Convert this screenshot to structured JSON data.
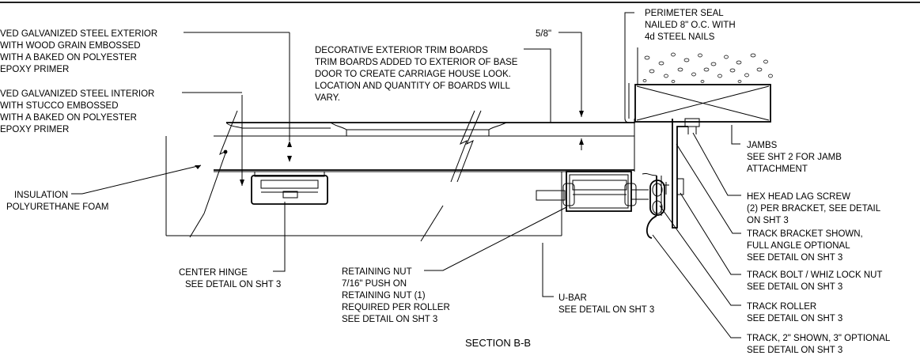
{
  "section_title": "SECTION B-B",
  "callouts": {
    "exterior_skin": [
      "VED GALVANIZED STEEL EXTERIOR",
      "WITH WOOD GRAIN EMBOSSED",
      "WITH A BAKED ON POLYESTER",
      "EPOXY PRIMER"
    ],
    "interior_skin": [
      "VED GALVANIZED STEEL INTERIOR",
      "WITH STUCCO EMBOSSED",
      "WITH A BAKED ON POLYESTER",
      "EPOXY PRIMER"
    ],
    "insulation": [
      "INSULATION",
      "POLYURETHANE FOAM"
    ],
    "trim_boards": [
      "DECORATIVE EXTERIOR TRIM BOARDS",
      "TRIM BOARDS ADDED TO EXTERIOR OF BASE",
      "DOOR TO CREATE CARRIAGE HOUSE LOOK.",
      "LOCATION AND QUANTITY OF BOARDS WILL",
      "VARY."
    ],
    "dimension": "5/8\"",
    "perimeter_seal": [
      "PERIMETER SEAL",
      "NAILED 8\" O.C. WITH",
      "4d STEEL NAILS"
    ],
    "jambs": [
      "JAMBS",
      "SEE SHT 2 FOR JAMB",
      "ATTACHMENT"
    ],
    "lag_screw": [
      "HEX HEAD LAG SCREW",
      "(2) PER BRACKET, SEE DETAIL",
      "ON SHT 3"
    ],
    "track_bracket": [
      "TRACK BRACKET SHOWN,",
      "FULL ANGLE OPTIONAL",
      "SEE DETAIL ON SHT 3"
    ],
    "track_bolt": [
      "TRACK BOLT / WHIZ LOCK NUT",
      "SEE DETAIL ON SHT 3"
    ],
    "track_roller": [
      "TRACK ROLLER",
      "SEE DETAIL ON SHT 3"
    ],
    "track": [
      "TRACK, 2\" SHOWN, 3\" OPTIONAL",
      "SEE DETAIL ON SHT 3"
    ],
    "center_hinge": [
      "CENTER HINGE",
      "SEE DETAIL ON SHT 3"
    ],
    "retaining_nut": [
      "RETAINING NUT",
      "7/16\" PUSH ON",
      "RETAINING NUT (1)",
      "REQUIRED PER ROLLER",
      "SEE DETAIL ON SHT 3"
    ],
    "u_bar": [
      "U-BAR",
      "SEE DETAIL ON SHT 3"
    ]
  }
}
